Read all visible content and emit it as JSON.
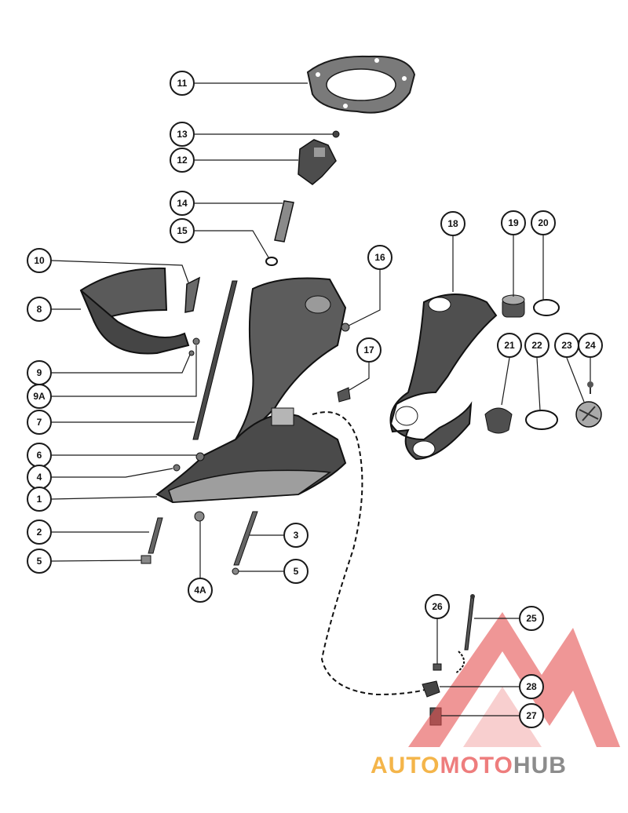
{
  "callouts": [
    "11",
    "13",
    "12",
    "14",
    "15",
    "10",
    "8",
    "9",
    "9A",
    "7",
    "6",
    "4",
    "1",
    "2",
    "5",
    "4A",
    "3",
    "5",
    "16",
    "17",
    "18",
    "19",
    "20",
    "21",
    "22",
    "23",
    "24",
    "26",
    "25",
    "28",
    "27"
  ],
  "watermark": {
    "word_a": "AUTO",
    "word_b": "MOTO",
    "word_c": "HUB",
    "color_a": "#f4b54a",
    "color_b": "#ee7d7d",
    "color_c": "#8c8c8c",
    "logo_color": "#e65050"
  },
  "colors": {
    "ink": "#1a1a1a",
    "part_fill": "#5a5a5a",
    "part_light": "#9a9a9a"
  }
}
